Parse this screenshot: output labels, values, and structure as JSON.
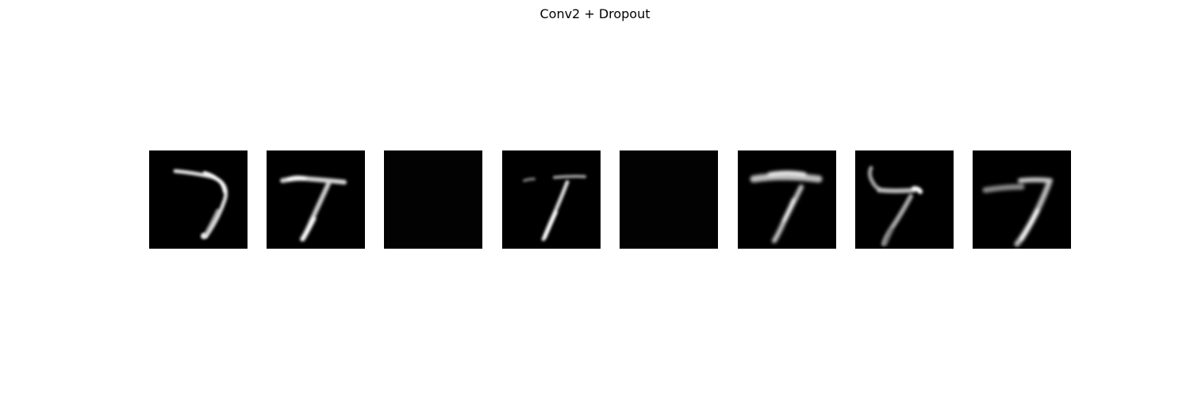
{
  "figure": {
    "title": "Conv2 + Dropout",
    "background": "#ffffff",
    "panel_background": "#000000",
    "panel_count": 8,
    "panels": [
      {
        "content": "digit-7-feature-map",
        "active": true
      },
      {
        "content": "digit-7-feature-map",
        "active": true
      },
      {
        "content": "blank-feature-map",
        "active": false
      },
      {
        "content": "digit-7-feature-map",
        "active": true
      },
      {
        "content": "blank-feature-map",
        "active": false
      },
      {
        "content": "digit-7-feature-map",
        "active": true
      },
      {
        "content": "digit-7-feature-map",
        "active": true
      },
      {
        "content": "digit-7-feature-map",
        "active": true
      }
    ]
  }
}
